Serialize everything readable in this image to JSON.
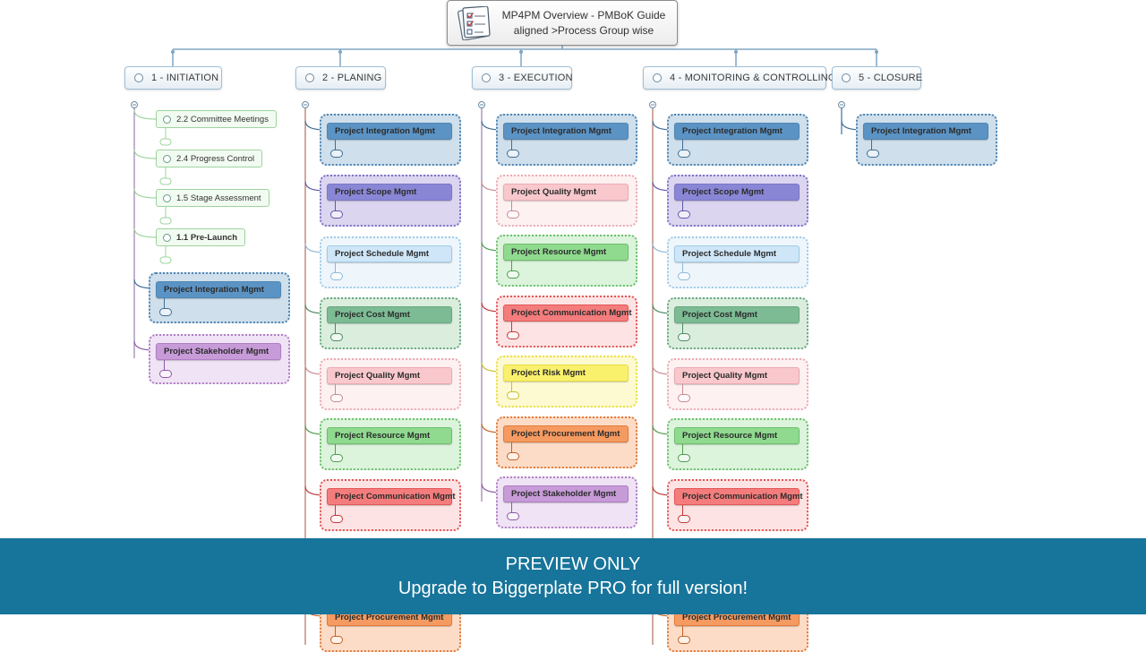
{
  "root": {
    "line1": "MP4PM Overview - PMBoK Guide",
    "line2": "aligned >Process Group wise",
    "icon": "checklist-icon"
  },
  "phases": [
    {
      "label": "1 - INITIATION"
    },
    {
      "label": "2 - PLANING"
    },
    {
      "label": "3 - EXECUTION"
    },
    {
      "label": "4 - MONITORING & CONTROLLING"
    },
    {
      "label": "5 - CLOSURE"
    }
  ],
  "initiation_subtopics": [
    {
      "label": "2.2 Committee Meetings"
    },
    {
      "label": "2.4 Progress Control"
    },
    {
      "label": "1.5 Stage Assessment"
    },
    {
      "label": "1.1 Pre-Launch"
    }
  ],
  "initiation_areas": [
    {
      "label": "Project Integration Mgmt",
      "area": "integration"
    },
    {
      "label": "Project Stakeholder Mgmt",
      "area": "stakeholder"
    }
  ],
  "planning_areas": [
    {
      "label": "Project Integration Mgmt",
      "area": "integration"
    },
    {
      "label": "Project Scope Mgmt",
      "area": "scope"
    },
    {
      "label": "Project Schedule Mgmt",
      "area": "schedule"
    },
    {
      "label": "Project Cost Mgmt",
      "area": "cost"
    },
    {
      "label": "Project Quality Mgmt",
      "area": "quality"
    },
    {
      "label": "Project Resource Mgmt",
      "area": "resource"
    },
    {
      "label": "Project Communication Mgmt",
      "area": "communication"
    },
    {
      "label": "Project Procurement Mgmt",
      "area": "procurement"
    }
  ],
  "execution_areas": [
    {
      "label": "Project Integration Mgmt",
      "area": "integration"
    },
    {
      "label": "Project Quality Mgmt",
      "area": "quality"
    },
    {
      "label": "Project Resource Mgmt",
      "area": "resource"
    },
    {
      "label": "Project Communication Mgmt",
      "area": "communication"
    },
    {
      "label": "Project Risk Mgmt",
      "area": "risk"
    },
    {
      "label": "Project Procurement Mgmt",
      "area": "procurement"
    },
    {
      "label": "Project Stakeholder Mgmt",
      "area": "stakeholder"
    }
  ],
  "monitoring_areas": [
    {
      "label": "Project Integration Mgmt",
      "area": "integration"
    },
    {
      "label": "Project Scope Mgmt",
      "area": "scope"
    },
    {
      "label": "Project Schedule Mgmt",
      "area": "schedule"
    },
    {
      "label": "Project Cost Mgmt",
      "area": "cost"
    },
    {
      "label": "Project Quality Mgmt",
      "area": "quality"
    },
    {
      "label": "Project Resource Mgmt",
      "area": "resource"
    },
    {
      "label": "Project Communication Mgmt",
      "area": "communication"
    },
    {
      "label": "Project Procurement Mgmt",
      "area": "procurement"
    }
  ],
  "closure_areas": [
    {
      "label": "Project Integration Mgmt",
      "area": "integration"
    }
  ],
  "area_colors": {
    "integration": {
      "fill": "#cfdfeb",
      "label": "#5b93c4",
      "border": "#4f86b4",
      "line": "#3e6f97"
    },
    "scope": {
      "fill": "#dcd5f0",
      "label": "#8a86d6",
      "border": "#7b77c6",
      "line": "#5f5aa8"
    },
    "schedule": {
      "fill": "#eef6fc",
      "label": "#cfe6f8",
      "border": "#9fcbe6",
      "line": "#8fb9d6"
    },
    "cost": {
      "fill": "#dbeedd",
      "label": "#7cbb94",
      "border": "#6aa884",
      "line": "#4d8a64"
    },
    "quality": {
      "fill": "#fdf1f2",
      "label": "#f8c8cd",
      "border": "#ecaab2",
      "line": "#c98a92"
    },
    "resource": {
      "fill": "#dcf3dc",
      "label": "#8fda8f",
      "border": "#6cc06c",
      "line": "#4e9e4e"
    },
    "communication": {
      "fill": "#fde3e3",
      "label": "#f47c7c",
      "border": "#e25656",
      "line": "#c03a3a"
    },
    "risk": {
      "fill": "#fdf9d0",
      "label": "#f9f06c",
      "border": "#e8df46",
      "line": "#c9bf30"
    },
    "procurement": {
      "fill": "#fddcc7",
      "label": "#f59a60",
      "border": "#e07c3c",
      "line": "#c26224"
    },
    "stakeholder": {
      "fill": "#efe3f5",
      "label": "#c79ad8",
      "border": "#b07ec4",
      "line": "#8e5aa4"
    }
  },
  "banner": {
    "line1": "PREVIEW ONLY",
    "line2": "Upgrade to Biggerplate PRO for full version!"
  }
}
